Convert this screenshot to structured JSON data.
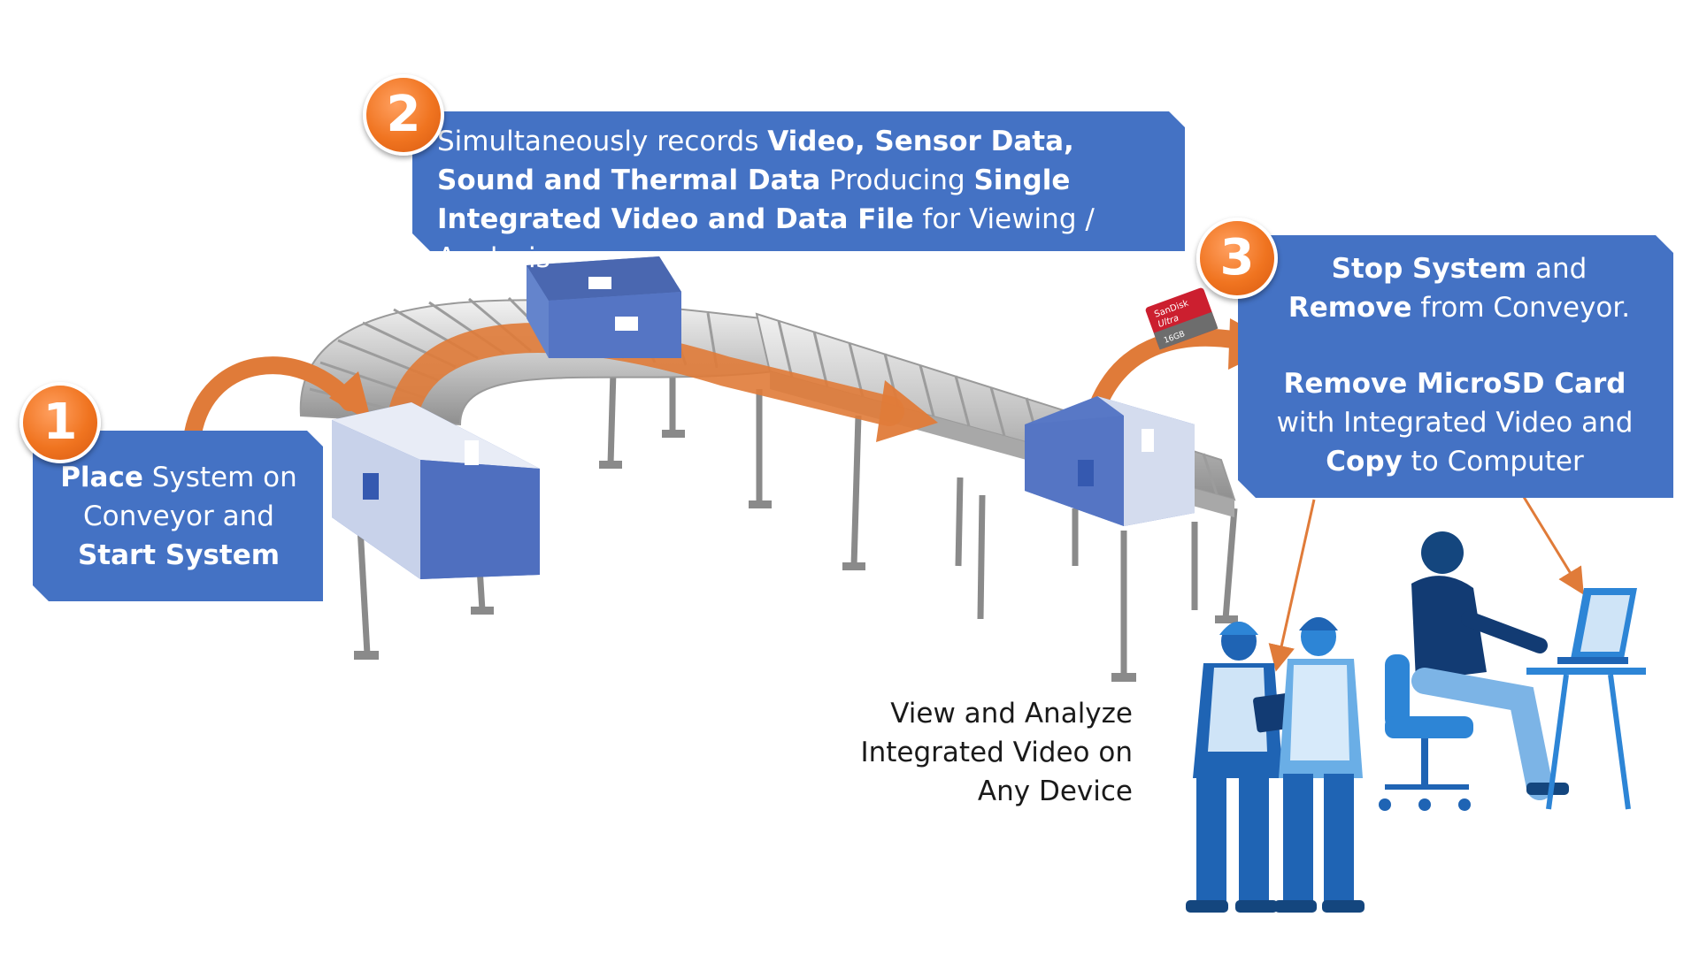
{
  "steps": [
    {
      "number": "1",
      "parts": [
        {
          "text": "Place",
          "bold": true
        },
        {
          "text": " System on Conveyor and ",
          "bold": false
        },
        {
          "text": "Start System",
          "bold": true
        }
      ]
    },
    {
      "number": "2",
      "parts": [
        {
          "text": "Simultaneously records ",
          "bold": false
        },
        {
          "text": "Video, Sensor Data, Sound and Thermal Data",
          "bold": true
        },
        {
          "text": " Producing ",
          "bold": false
        },
        {
          "text": "Single Integrated Video and Data File",
          "bold": true
        },
        {
          "text": " for Viewing / Analysis",
          "bold": false
        }
      ]
    },
    {
      "number": "3",
      "parts": [
        {
          "text": "Stop System",
          "bold": true
        },
        {
          "text": " and ",
          "bold": false
        },
        {
          "text": "Remove",
          "bold": true
        },
        {
          "text": " from Conveyor.",
          "bold": false
        }
      ],
      "parts_b": [
        {
          "text": "Remove MicroSD Card",
          "bold": true
        },
        {
          "text": " with Integrated Video and ",
          "bold": false
        },
        {
          "text": "Copy",
          "bold": true
        },
        {
          "text": " to Computer",
          "bold": false
        }
      ]
    }
  ],
  "caption": "View and Analyze Integrated Video on Any Device",
  "sd_card": {
    "brand": "SanDisk",
    "line": "Ultra",
    "capacity": "16GB"
  },
  "colors": {
    "box": "#4472c4",
    "badge": "#f07420",
    "arrow": "#e07b39",
    "people": "#1f64b4"
  }
}
